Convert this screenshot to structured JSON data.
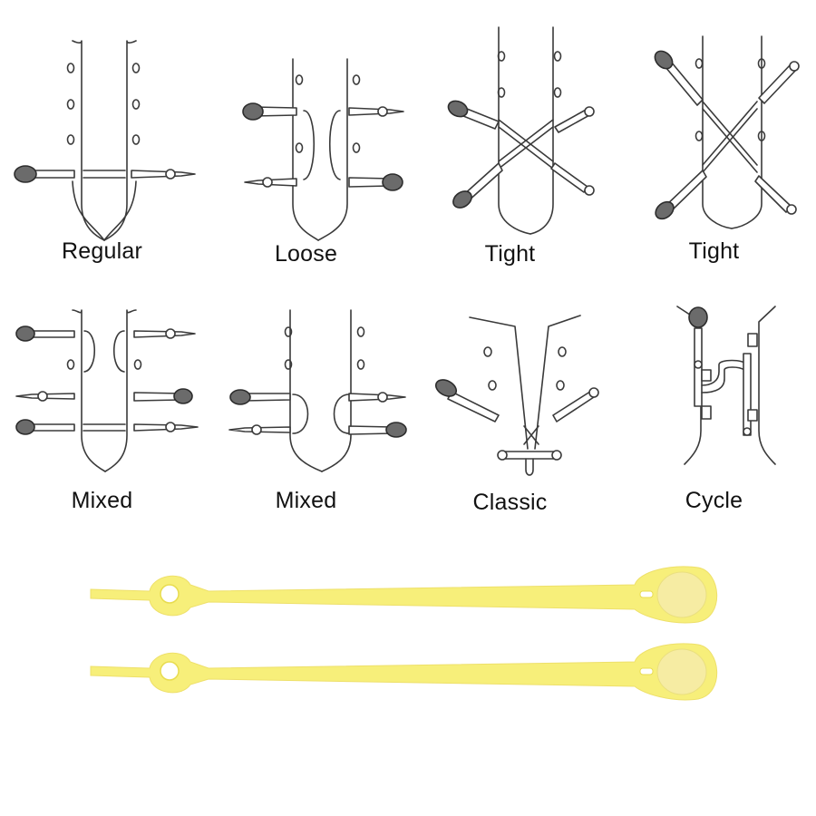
{
  "colors": {
    "ink": "#3a3a3a",
    "cap_fill": "#6b6b6b",
    "lace_yellow": "#f7ef7a",
    "lace_yellow_dark": "#e8dc4f",
    "lace_cap": "#f6eca3"
  },
  "patterns": [
    {
      "id": "regular",
      "label": "Regular"
    },
    {
      "id": "loose",
      "label": "Loose"
    },
    {
      "id": "tight1",
      "label": "Tight"
    },
    {
      "id": "tight2",
      "label": "Tight"
    },
    {
      "id": "mixed1",
      "label": "Mixed"
    },
    {
      "id": "mixed2",
      "label": "Mixed"
    },
    {
      "id": "classic",
      "label": "Classic"
    },
    {
      "id": "cycle",
      "label": "Cycle"
    }
  ],
  "products": [
    {
      "name": "yellow-lace-1"
    },
    {
      "name": "yellow-lace-2"
    }
  ]
}
